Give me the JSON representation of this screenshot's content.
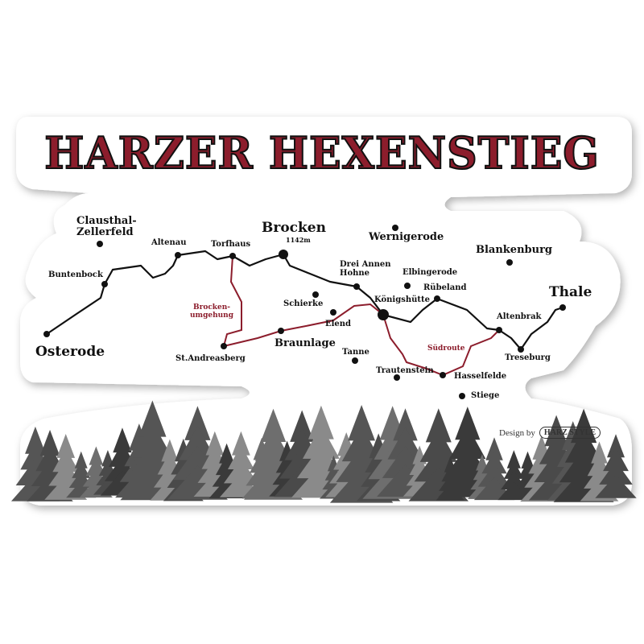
{
  "title": "HARZER HEXENSTIEG",
  "colors": {
    "title": "#8c1d2c",
    "main_route": "#111111",
    "alt_route": "#8c1d2c"
  },
  "towns": {
    "clausthal": "Clausthal-\nZellerfeld",
    "buntenbock": "Buntenbock",
    "osterode": "Osterode",
    "altenau": "Altenau",
    "torfhaus": "Torfhaus",
    "brocken": "Brocken",
    "brocken_height": "1142m",
    "schierke": "Schierke",
    "elend": "Elend",
    "braunlage": "Braunlage",
    "st_andreasberg": "St.Andreasberg",
    "drei_annen": "Drei Annen\nHohne",
    "wernigerode": "Wernigerode",
    "elbingerode": "Elbingerode",
    "ruebeland": "Rübeland",
    "koenigshuette": "Königshütte",
    "tanne": "Tanne",
    "trautenstein": "Trautenstein",
    "hasselfelde": "Hasselfelde",
    "stiege": "Stiege",
    "blankenburg": "Blankenburg",
    "thale": "Thale",
    "altenbrak": "Altenbrak",
    "treseburg": "Treseburg"
  },
  "routes": {
    "brockenumgehung": "Brocken-\numgehung",
    "suedroute": "Südroute"
  },
  "credit": {
    "prefix": "Design by",
    "brand": "HARZ STYLE"
  }
}
